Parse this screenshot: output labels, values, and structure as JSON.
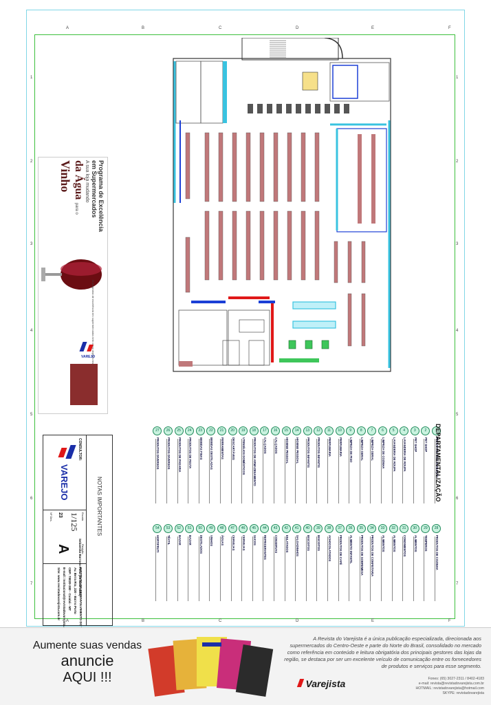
{
  "ruler": {
    "letters": [
      "A",
      "B",
      "C",
      "D",
      "E",
      "F"
    ],
    "numbers": [
      "1",
      "2",
      "3",
      "4",
      "5",
      "6",
      "7"
    ]
  },
  "program": {
    "title_line1": "Programa de Excelência",
    "title_line2": "em Supermercados",
    "subtitle": "A sua loja mudando",
    "big1": "da Água",
    "small": "para o",
    "big2": "Vinho",
    "text": "O programa de excelência em supermercados tem como objetivo transformar sua loja",
    "logo": "VAREJO"
  },
  "departments": {
    "title": "DEPARTAMENTALIZAÇÃO",
    "left": [
      {
        "n": "1",
        "label": "PRODUTOS DE ILUMINAÇÃO"
      },
      {
        "n": "2",
        "label": "PET SHOP"
      },
      {
        "n": "3",
        "label": "PET SHOP"
      },
      {
        "n": "4",
        "label": "LAVANDERIA DE ROUPA"
      },
      {
        "n": "5",
        "label": "LAVANDERIA DE ROUPA"
      },
      {
        "n": "6",
        "label": "LIMPEZA DE COZINHA"
      },
      {
        "n": "7",
        "label": "LIMPEZA GERAL"
      },
      {
        "n": "8",
        "label": "LIMPEZA GERAL"
      },
      {
        "n": "9",
        "label": "LIMPEZA DE PISO"
      },
      {
        "n": "10",
        "label": "PERFUMARIA"
      },
      {
        "n": "11",
        "label": "PERFUMARIA"
      },
      {
        "n": "12",
        "label": "PRODUTOS INFANTIS"
      },
      {
        "n": "13",
        "label": "PRODUTOS INFANTIS"
      },
      {
        "n": "14",
        "label": "HIGIENE PESSOAL"
      },
      {
        "n": "15",
        "label": "HIGIENE PESSOAL"
      },
      {
        "n": "16",
        "label": "CALÇADOS"
      },
      {
        "n": "17",
        "label": "CALÇADOS"
      },
      {
        "n": "18",
        "label": "PRODUTOS DE ARMAZENAMENTO"
      },
      {
        "n": "19",
        "label": "UTENSÍLIOS DOMÉSTICOS"
      },
      {
        "n": "20",
        "label": "DESCARTÁVEIS"
      },
      {
        "n": "21",
        "label": "FERRAMENTAS"
      },
      {
        "n": "22",
        "label": "BEBIDAS DESTILADAS"
      },
      {
        "n": "23",
        "label": "BEBIDAS FINAS"
      },
      {
        "n": "24",
        "label": "PRODUTOS DE FESTA"
      },
      {
        "n": "25",
        "label": "PRODUTOS DE PADARIA"
      },
      {
        "n": "26",
        "label": "PRODUTOS DIVERSOS"
      },
      {
        "n": "27",
        "label": "PRODUTOS DIVERSOS"
      }
    ],
    "right": [
      {
        "n": "28",
        "label": "PRODUTOS DE COZINHA"
      },
      {
        "n": "29",
        "label": "TEMPEROS"
      },
      {
        "n": "30",
        "label": "ALIMENTOS"
      },
      {
        "n": "31",
        "label": "CONDIMENTOS"
      },
      {
        "n": "32",
        "label": "ALIMENTOS"
      },
      {
        "n": "33",
        "label": "ALIMENTOS"
      },
      {
        "n": "34",
        "label": "PRODUTOS DE CONFEITARIA"
      },
      {
        "n": "35",
        "label": "PRODUTOS DE SOBREMESA"
      },
      {
        "n": "36",
        "label": "ALIMENTO INFANTIL"
      },
      {
        "n": "37",
        "label": "PRODUTOS DE CAFÉ"
      },
      {
        "n": "38",
        "label": "ACHOCOLATADOS"
      },
      {
        "n": "39",
        "label": "BISCOITOS"
      },
      {
        "n": "40",
        "label": "BISCOITOS"
      },
      {
        "n": "41",
        "label": "SALGADINHOS"
      },
      {
        "n": "42",
        "label": "ENLATADOS"
      },
      {
        "n": "43",
        "label": "CONSERVAS"
      },
      {
        "n": "44",
        "label": "REFRIGERANTES"
      },
      {
        "n": "45",
        "label": "SUCOS"
      },
      {
        "n": "46",
        "label": "CERVEJAS"
      },
      {
        "n": "47",
        "label": "CERVEJAS"
      },
      {
        "n": "48",
        "label": "ÁGUAS"
      },
      {
        "n": "49",
        "label": "VINHOS"
      },
      {
        "n": "50",
        "label": "DESTILADOS"
      },
      {
        "n": "51",
        "label": "BAZAR"
      },
      {
        "n": "52",
        "label": "BAZAR"
      },
      {
        "n": "53",
        "label": "TÊXTIL"
      },
      {
        "n": "54",
        "label": "HORTIFRUTI"
      }
    ]
  },
  "notes": {
    "title": "NOTAS IMPORTANTES",
    "consultor_label": "CONSULTOR:",
    "consultor_name": "Sebastião Barroso Felix (65-8402-4183)",
    "company": "INSTITUTO DE DESENVOLVIMENTO DO VAREJO",
    "address1": "Av. Beira Rio, 220 - Bairro Porto",
    "address2": "CEP: 78020-380 - Cuiabá - MT",
    "email": "E-mail: institucional@revistadovarejista.com.br",
    "site": "Site: www.revistadovarejista.com.br",
    "scale": "1/125",
    "sheet": "A",
    "scale_label": "Escala",
    "rev_label": "Revisão",
    "date_label": "Nº Des.",
    "date_value": "23",
    "logo": "VAREJO"
  },
  "ad": {
    "line1": "Aumente suas vendas",
    "line2": "anuncie",
    "line3": "AQUI !!!",
    "description": "A Revista do Varejista é a única publicação especializada, direcionada aos supermercados do Centro-Oeste e parte do Norte do Brasil, consolidado no mercado como referência em conteúdo e leitura obrigatória dos principais gestores das lojas da região, se destaca por ser um excelente veículo de comunicação entre os fornecedores de produtos e serviços para esse segmento.",
    "brand": "Varejista",
    "phones": "Fones: (65) 3027-2311 / 8402-4183",
    "email": "e-mail: revista@revistadovarejista.com.br",
    "hotmail": "HOTMAIL: revistadovarejista@hotmail.com",
    "skype": "SKYPE: revistadovarejista"
  },
  "colors": {
    "gondola": "#c0787a",
    "wall_blue": "#1b3fd6",
    "red": "#e01818",
    "cyan": "#39c3e0",
    "green": "#3bbf3b"
  }
}
